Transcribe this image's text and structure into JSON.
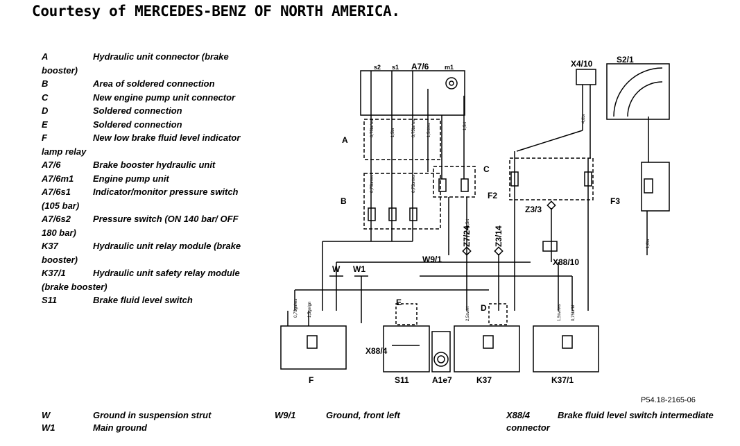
{
  "courtesy": "Courtesy of MERCEDES-BENZ OF NORTH AMERICA.",
  "legend": [
    {
      "code": "A",
      "text": "Hydraulic unit connector (brake booster)"
    },
    {
      "code": "B",
      "text": "Area of soldered connection"
    },
    {
      "code": "C",
      "text": "New engine pump unit connector"
    },
    {
      "code": "D",
      "text": "Soldered connection"
    },
    {
      "code": "E",
      "text": "Soldered connection"
    },
    {
      "code": "F",
      "text": "New low brake fluid level indicator lamp relay"
    },
    {
      "code": "A7/6",
      "text": "Brake booster hydraulic unit"
    },
    {
      "code": "A7/6m1",
      "text": "Engine pump unit"
    },
    {
      "code": "A7/6s1",
      "text": "Indicator/monitor pressure switch (105 bar)"
    },
    {
      "code": "A7/6s2",
      "text": "Pressure switch (ON 140 bar/ OFF 180 bar)"
    },
    {
      "code": "K37",
      "text": "Hydraulic unit relay module (brake booster)"
    },
    {
      "code": "K37/1",
      "text": "Hydraulic unit safety relay module (brake booster)"
    },
    {
      "code": "S11",
      "text": "Brake fluid level switch"
    }
  ],
  "diagram": {
    "labels": {
      "A": "A",
      "B": "B",
      "C": "C",
      "D": "D",
      "E": "E",
      "F": "F",
      "W": "W",
      "W1": "W1",
      "W9_1": "W9/1",
      "A7_6": "A7/6",
      "s2": "s2",
      "s1": "s1",
      "m1": "m1",
      "X4_10": "X4/10",
      "S2_1": "S2/1",
      "F2": "F2",
      "F3": "F3",
      "Z3_3": "Z3/3",
      "Z7_24": "Z7/24",
      "Z3_14": "Z3/14",
      "X88_10": "X88/10",
      "X88_4": "X88/4",
      "S11": "S11",
      "A1e7": "A1e7",
      "K37": "K37",
      "K37_1": "K37/1"
    },
    "wire_colors": [
      "0,75br/ws",
      "1,5br",
      "0,75br/ws",
      "1,5rt/ws",
      "4,0br",
      "1,5rt",
      "0,75gn/ws",
      "1,5ge/gn",
      "2,5sw/rt",
      "1,5sw/ws",
      "0,75br/bl",
      "1,0br"
    ]
  },
  "ref_code": "P54.18-2165-06",
  "bottom_legend": {
    "col1": [
      {
        "code": "W",
        "text": "Ground in suspension strut"
      },
      {
        "code": "W1",
        "text": "Main ground"
      }
    ],
    "col2": [
      {
        "code": "W9/1",
        "text": "Ground, front left"
      }
    ],
    "col3": [
      {
        "code": "X88/4",
        "text": "Brake fluid level switch intermediate connector"
      }
    ]
  }
}
